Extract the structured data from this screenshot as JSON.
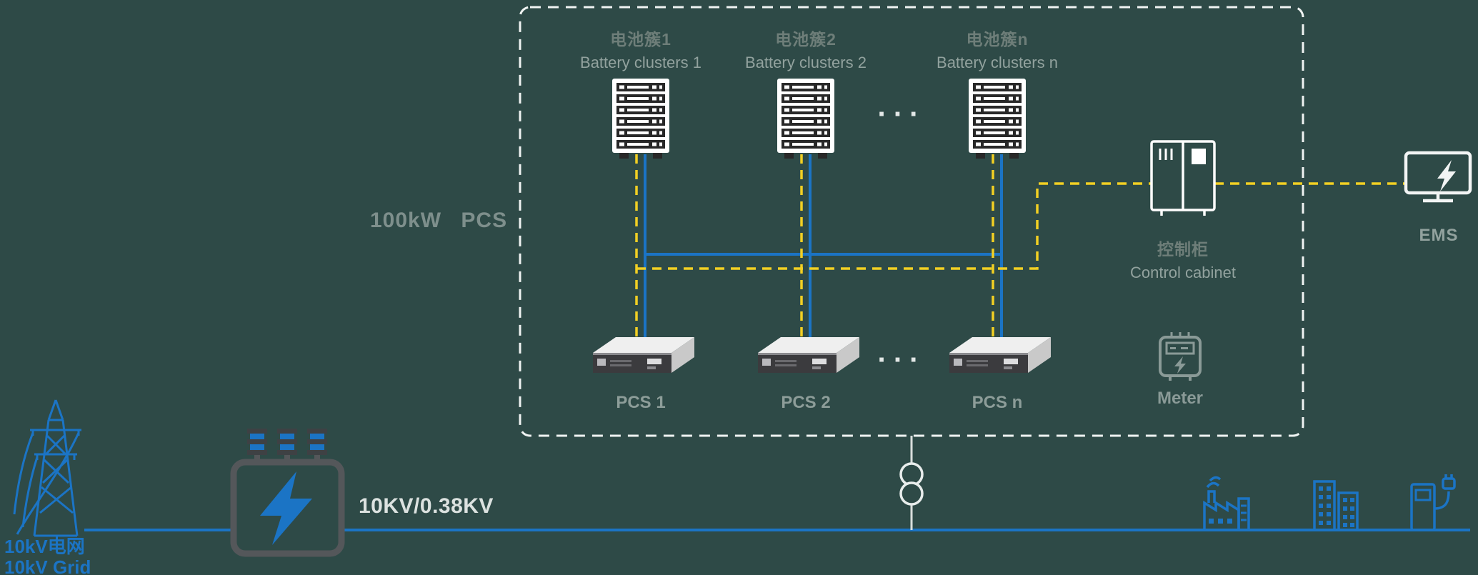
{
  "palette": {
    "background": "#2E4A47",
    "blue": "#1B74C5",
    "yellow": "#F2D023",
    "white": "#FFFFFF",
    "gray_label": "#8A9A97",
    "dark_gray": "#54575A"
  },
  "system": {
    "group_label": "100kW PCS"
  },
  "clusters": [
    {
      "zh": "电池簇1",
      "en": "Battery clusters 1"
    },
    {
      "zh": "电池簇2",
      "en": "Battery clusters 2"
    },
    {
      "zh": "电池簇n",
      "en": "Battery clusters n"
    }
  ],
  "pcs_units": [
    {
      "label": "PCS 1"
    },
    {
      "label": "PCS 2"
    },
    {
      "label": "PCS n"
    }
  ],
  "control_cabinet": {
    "zh": "控制柜",
    "en": "Control cabinet"
  },
  "meter": {
    "label": "Meter"
  },
  "ems": {
    "label": "EMS"
  },
  "grid": {
    "zh": "10kV电网",
    "en": "10kV Grid"
  },
  "transformer": {
    "ratio": "10KV/0.38KV"
  },
  "ellipsis": "···"
}
